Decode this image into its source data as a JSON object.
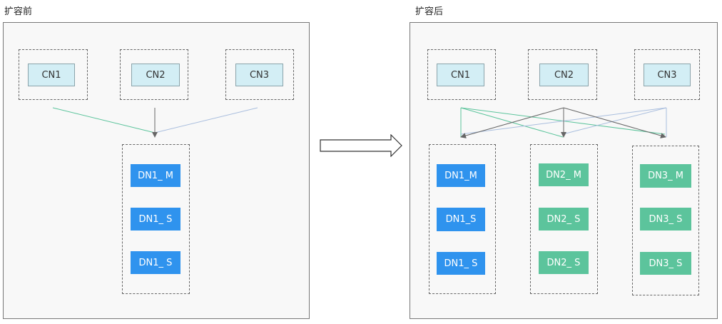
{
  "before": {
    "title": "扩容前",
    "cn": [
      "CN1",
      "CN2",
      "CN3"
    ],
    "dn_groups": [
      {
        "color": "#2f93ee",
        "items": [
          "DN1_ M",
          "DN1_ S",
          "DN1_ S"
        ]
      }
    ]
  },
  "after": {
    "title": "扩容后",
    "cn": [
      "CN1",
      "CN2",
      "CN3"
    ],
    "dn_groups": [
      {
        "color": "#2f93ee",
        "items": [
          "DN1_M",
          "DN1_S",
          "DN1_ S"
        ]
      },
      {
        "color": "#5cc49c",
        "items": [
          "DN2_ M",
          "DN2_ S",
          "DN2_ S"
        ]
      },
      {
        "color": "#5cc49c",
        "items": [
          "DN3_ M",
          "DN3_ S",
          "DN3_ S"
        ]
      }
    ]
  },
  "colors": {
    "cn1_line": "#5cc49c",
    "cn2_line": "#666666",
    "cn3_line": "#a9bede"
  },
  "icons": {
    "transition": "right-arrow-icon"
  }
}
